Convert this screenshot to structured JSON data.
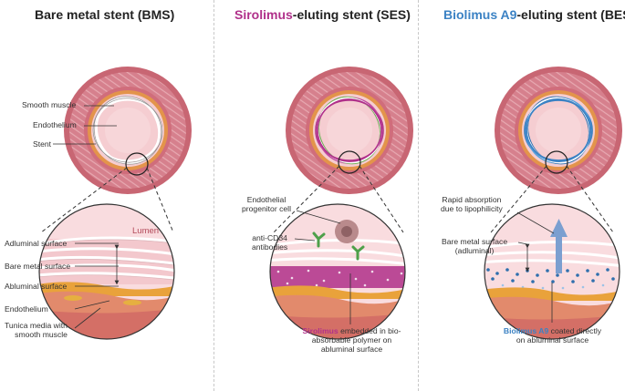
{
  "panels": [
    {
      "title_main": "Bare metal stent (BMS)",
      "labels": {
        "smooth_muscle": "Smooth muscle",
        "endothelium_top": "Endothelium",
        "stent": "Stent",
        "lumen": "Lumen",
        "adluminal_surface": "Adluminal surface",
        "bare_metal_surface": "Bare metal surface",
        "abluminal_surface": "Abluminal surface",
        "endothelium_bottom": "Endothelium",
        "tunica_line1": "Tunica media with",
        "tunica_line2": "smooth muscle"
      }
    },
    {
      "title_drug": "Sirolimus",
      "title_rest": "-eluting stent (SES)",
      "labels": {
        "epc_line1": "Endothelial",
        "epc_line2": "progenitor cell",
        "antibody_line1": "anti-CD34",
        "antibody_line2": "antibodies",
        "caption_drug": "Sirolimus",
        "caption_line1_rest": " embedded in bio-",
        "caption_line2": "absorbable polymer on",
        "caption_line3": "abluminal surface"
      }
    },
    {
      "title_drug": "Biolimus A9",
      "title_rest": "-eluting stent (BES)",
      "labels": {
        "rapid_line1": "Rapid absorption",
        "rapid_line2": "due to lipophilicity",
        "bare_line1": "Bare metal surface",
        "bare_line2": "(adluminal)",
        "caption_drug": "Biolimus A9",
        "caption_line1_rest": " coated directly",
        "caption_line2": "on abluminal surface"
      }
    }
  ],
  "colors": {
    "sirolimus": "#b0308a",
    "biolimus": "#3b82c4",
    "vessel_outer": "#d98a95",
    "vessel_inner": "#f2c4c9",
    "stent_wire": "#f4f4f4",
    "endothelium": "#e9a23b"
  }
}
